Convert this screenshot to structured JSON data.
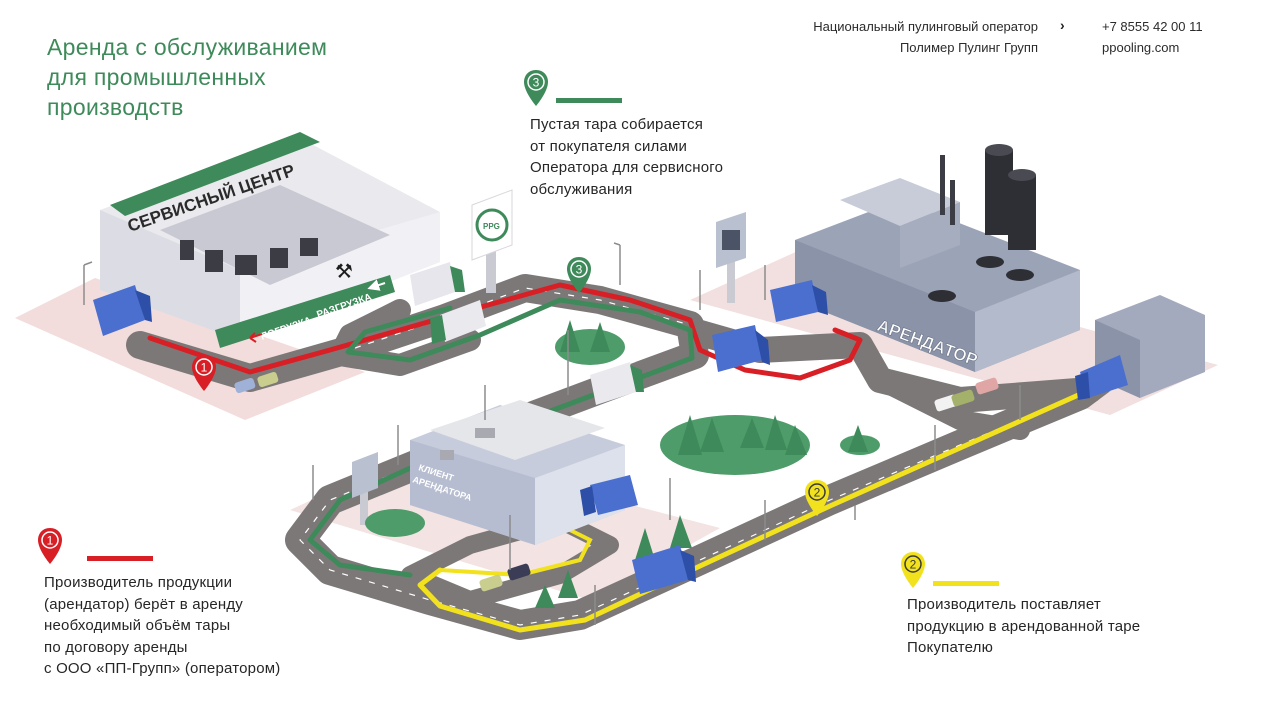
{
  "title": {
    "line1": "Аренда с обслуживанием",
    "line2": "для промышленных",
    "line3": "производств"
  },
  "header": {
    "operator_line1": "Национальный пулинговый оператор",
    "operator_line2": "Полимер Пулинг Групп",
    "phone": "+7 8555 42 00 11",
    "website": "ppooling.com"
  },
  "steps": [
    {
      "number": "1",
      "color": "#d81f26",
      "lines": [
        "Производитель продукции",
        "(арендатор) берёт в аренду",
        "необходимый объём тары",
        "по договору аренды",
        "с ООО «ПП-Групп» (оператором)"
      ]
    },
    {
      "number": "2",
      "color": "#f2e21e",
      "lines": [
        "Производитель поставляет",
        "продукцию в арендованной таре",
        "Покупателю"
      ]
    },
    {
      "number": "3",
      "color": "#3e8a5a",
      "lines": [
        "Пустая тара собирается",
        "от покупателя силами",
        "Оператора для сервисного",
        "обслуживания"
      ]
    }
  ],
  "scene_labels": {
    "service_center": "СЕРВИСНЫЙ ЦЕНТР",
    "loading": "ПОГРУЗКА",
    "unloading": "РАЗГРУЗКА",
    "tenant": "АРЕНДАТОР",
    "client_line1": "КЛИЕНТ",
    "client_line2": "АРЕНДАТОРА",
    "logo": "PPG"
  },
  "colors": {
    "green": "#3e8a5a",
    "red": "#d81f26",
    "yellow": "#f2e21e",
    "road": "#7b7676",
    "ground": "#f3e1e1"
  }
}
